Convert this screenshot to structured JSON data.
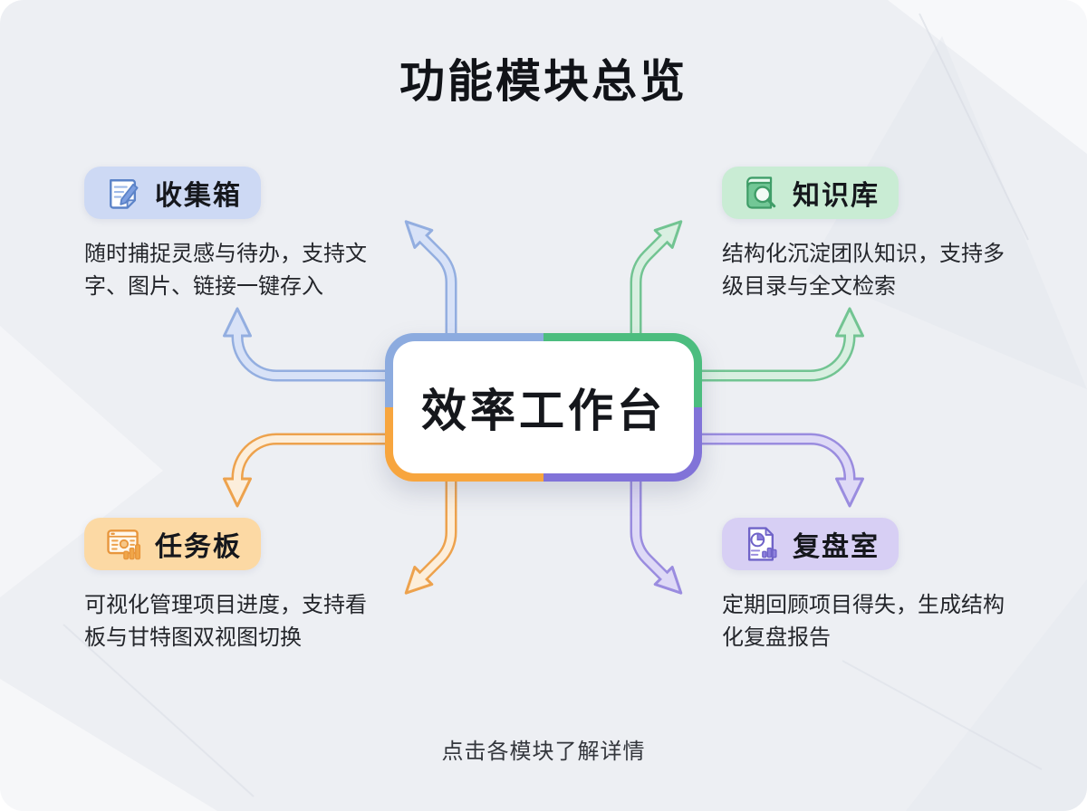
{
  "page": {
    "title": "功能模块总览",
    "footer": "点击各模块了解详情"
  },
  "diagram": {
    "center_label": "效率工作台",
    "center_border_colors": {
      "top_left": "#8cabdf",
      "top_right": "#4cbd7f",
      "bottom_left": "#f7a53e",
      "bottom_right": "#8173d8"
    }
  },
  "modules": [
    {
      "id": "inbox",
      "label": "收集箱",
      "description": "随时捕捉灵感与待办，支持文字、图片、链接一键存入",
      "icon": "note-pencil-icon",
      "badge_bg": "#cdd9f4",
      "arrow_stroke": "#93aee0",
      "arrow_fill": "#d8e2f7"
    },
    {
      "id": "knowledge",
      "label": "知识库",
      "description": "结构化沉淀团队知识，支持多级目录与全文检索",
      "icon": "book-search-icon",
      "badge_bg": "#c9ecd4",
      "arrow_stroke": "#72c492",
      "arrow_fill": "#d9efe1"
    },
    {
      "id": "tasks",
      "label": "任务板",
      "description": "可视化管理项目进度，支持看板与甘特图双视图切换",
      "icon": "dashboard-chart-icon",
      "badge_bg": "#fcd9a4",
      "arrow_stroke": "#eda24d",
      "arrow_fill": "#fceedb"
    },
    {
      "id": "review",
      "label": "复盘室",
      "description": "定期回顾项目得失，生成结构化复盘报告",
      "icon": "report-pie-icon",
      "badge_bg": "#d7cff4",
      "arrow_stroke": "#9a8cdf",
      "arrow_fill": "#ded9f6"
    }
  ]
}
